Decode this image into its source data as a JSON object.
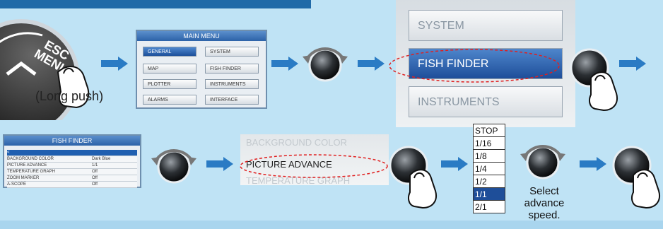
{
  "step1": {
    "key_label": "ESC MENU",
    "caption": "(Long push)"
  },
  "main_menu": {
    "title": "MAIN MENU",
    "items": [
      {
        "label": "GENERAL",
        "selected": true
      },
      {
        "label": "SYSTEM",
        "selected": false
      },
      {
        "label": "MAP",
        "selected": false
      },
      {
        "label": "FISH FINDER",
        "selected": false
      },
      {
        "label": "PLOTTER",
        "selected": false
      },
      {
        "label": "INSTRUMENTS",
        "selected": false
      },
      {
        "label": "ALARMS",
        "selected": false
      },
      {
        "label": "INTERFACE",
        "selected": false
      }
    ]
  },
  "zoom_menu": {
    "items": [
      "SYSTEM",
      "FISH FINDER",
      "INSTRUMENTS"
    ],
    "selected_index": 1
  },
  "fish_finder_menu": {
    "title": "FISH FINDER",
    "back_label": "<",
    "rows": [
      {
        "label": "BACKGROUND COLOR",
        "value": "Dark Blue"
      },
      {
        "label": "PICTURE ADVANCE",
        "value": "1/1"
      },
      {
        "label": "TEMPERATURE GRAPH",
        "value": "Off"
      },
      {
        "label": "ZOOM MARKER",
        "value": "Off"
      },
      {
        "label": "A-SCOPE",
        "value": "Off"
      }
    ]
  },
  "zoom_list": {
    "items": [
      "BACKGROUND COLOR",
      "PICTURE ADVANCE",
      "TEMPERATURE GRAPH"
    ],
    "selected_index": 1
  },
  "speed_list": {
    "items": [
      "STOP",
      "1/16",
      "1/8",
      "1/4",
      "1/2",
      "1/1",
      "2/1"
    ],
    "selected_index": 5
  },
  "select_caption": [
    "Select",
    "advance",
    "speed."
  ],
  "colors": {
    "background": "#bfe3f5",
    "highlight": "#1e4e99",
    "arrow": "#2a7bc4",
    "dashed": "#e02020"
  }
}
